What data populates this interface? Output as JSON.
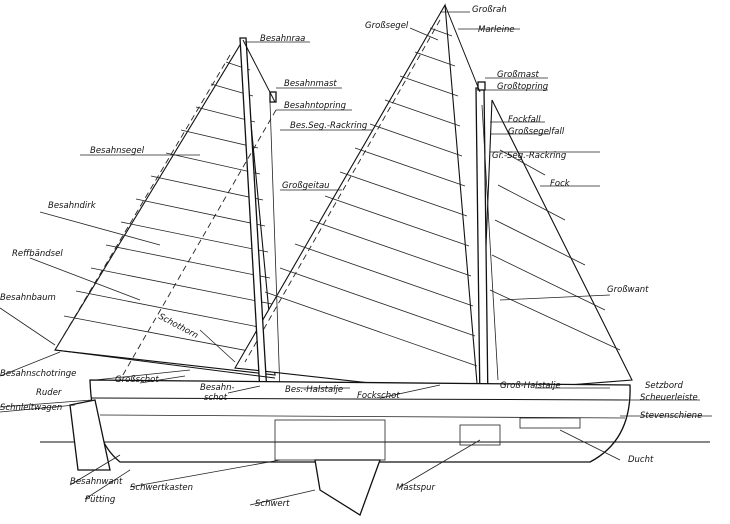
{
  "labels": {
    "grossrah": "Großrah",
    "grosssegel": "Großsegel",
    "marleine": "Marleine",
    "besahnraa": "Besahnraa",
    "grossmast": "Großmast",
    "grosstopring": "Großtopring",
    "besahnmast": "Besahnmast",
    "besahntopring": "Besahntopring",
    "fockfall": "Fockfall",
    "grosssegelfall": "Großsegelfall",
    "bes_seg_rackring": "Bes.Seg.-Rackring",
    "gr_seg_rackring": "Gr.-Seg.-Rackring",
    "besahnsegel": "Besahnsegel",
    "fock": "Fock",
    "grossgeitau": "Großgeitau",
    "besahndirk": "Besahndirk",
    "reffbaendsel": "Reffbändsel",
    "grosswant": "Großwant",
    "besahnbaum": "Besahnbaum",
    "schothorn": "Schothorn",
    "besahnschotringe": "Besahnschotringe",
    "grossschot": "Großschot",
    "besahnschot": "Besahn-\nschot",
    "bes_halstalje": "Bes.-Halstalje",
    "gross_halstalje": "Groß-Halstalje",
    "setzbord": "Setzbord",
    "ruder": "Ruder",
    "fockschot": "Fockschot",
    "scheuerleiste": "Scheuerleiste",
    "schnleitwagen": "Schnleitwagen",
    "stevenschiene": "Stevenschiene",
    "ducht": "Ducht",
    "besahnwant": "Besahnwant",
    "puetting": "Pütting",
    "mastspur": "Mastspur",
    "schwertkasten": "Schwertkasten",
    "schwert": "Schwert"
  }
}
